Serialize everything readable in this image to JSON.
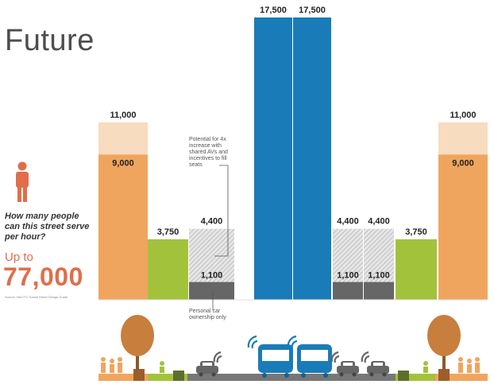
{
  "title": "Future",
  "question": "How many people can this street serve per hour?",
  "upto_label": "Up to",
  "total": "77,000",
  "source": "Source: NACTO Transit Street Design Guide",
  "note_top": "Potential for 4x increase with shared AVs and incentives to fill seats",
  "note_bottom": "Personal car ownership only",
  "colors": {
    "pedestrian": "#f0a55e",
    "pedestrian_potential": "#f8dcbf",
    "bike": "#a3c23c",
    "car": "#666666",
    "car_potential": "#c9c9c9",
    "bus": "#1a7bb9",
    "title": "#4d4d4d",
    "accent": "#e06e4a",
    "tree": "#c87e3c"
  },
  "icons": [
    "person-icon",
    "tree-icon",
    "pedestrians-icon",
    "cyclist-icon",
    "car-icon",
    "bus-icon",
    "signal-icon"
  ],
  "chart_data": {
    "type": "bar",
    "categories": [
      "Sidewalk",
      "Bike lane",
      "Car lane",
      "Bus lane",
      "Bus lane",
      "Car lane",
      "Car lane",
      "Bike lane",
      "Sidewalk"
    ],
    "series": [
      {
        "values": [
          9000,
          3750,
          1100,
          17500,
          17500,
          1100,
          1100,
          3750,
          9000
        ]
      },
      {
        "values": [
          11000,
          null,
          4400,
          null,
          null,
          4400,
          4400,
          null,
          11000
        ]
      }
    ],
    "labels": {
      "current": [
        "9,000",
        "3,750",
        "1,100",
        "17,500",
        "17,500",
        "1,100",
        "1,100",
        "3,750",
        "9,000"
      ],
      "potential": [
        "11,000",
        "",
        "4,400",
        "",
        "",
        "4,400",
        "4,400",
        "",
        "11,000"
      ]
    },
    "ylim": [
      0,
      17500
    ]
  }
}
